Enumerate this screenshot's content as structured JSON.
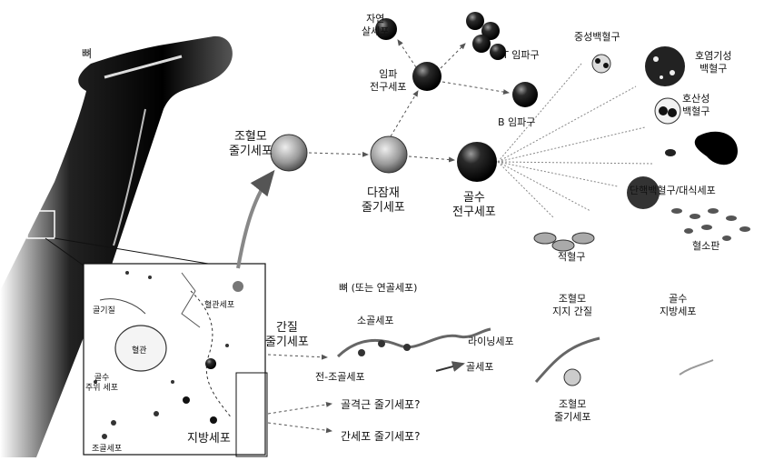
{
  "labels": {
    "bone": "뼈",
    "nk_cell": "자연\n살세포",
    "t_lymphocyte": "T 임파구",
    "lymphoid_progenitor": "임파\n전구세포",
    "b_lymphocyte": "B 임파구",
    "neutrophil": "중성백혈구",
    "basophil": "호염기성\n백혈구",
    "eosinophil": "호산성\n백혈구",
    "hsc": "조혈모\n줄기세포",
    "multipotent": "다잠재\n줄기세포",
    "myeloid_progenitor": "골수\n전구세포",
    "monocyte": "단핵백혈구/대식세포",
    "platelet": "혈소판",
    "erythrocyte": "적혈구",
    "bone_or_osteocyte": "뼈 (또는 연골세포)",
    "osteocyte": "소골세포",
    "lining_cell": "라이닝세포",
    "pre_osteoblast": "전-조골세포",
    "osteoblast": "골세포",
    "stromal_support": "조혈모\n지지 간질",
    "marrow_adipocyte": "골수\n지방세포",
    "mesenchymal_stem": "간질\n줄기세포",
    "skeletal_muscle_q": "골격근 줄기세포?",
    "hepatocyte_q": "간세포 줄기세포?",
    "hsc_bottom": "조혈모\n줄기세포",
    "inset_bone_lining": "골기질",
    "inset_endothelial": "혈관세포",
    "inset_vessel": "혈관",
    "inset_reticular": "골수\n주위 세포",
    "inset_adipocyte": "지방세포",
    "inset_osteoblast": "조골세포"
  }
}
